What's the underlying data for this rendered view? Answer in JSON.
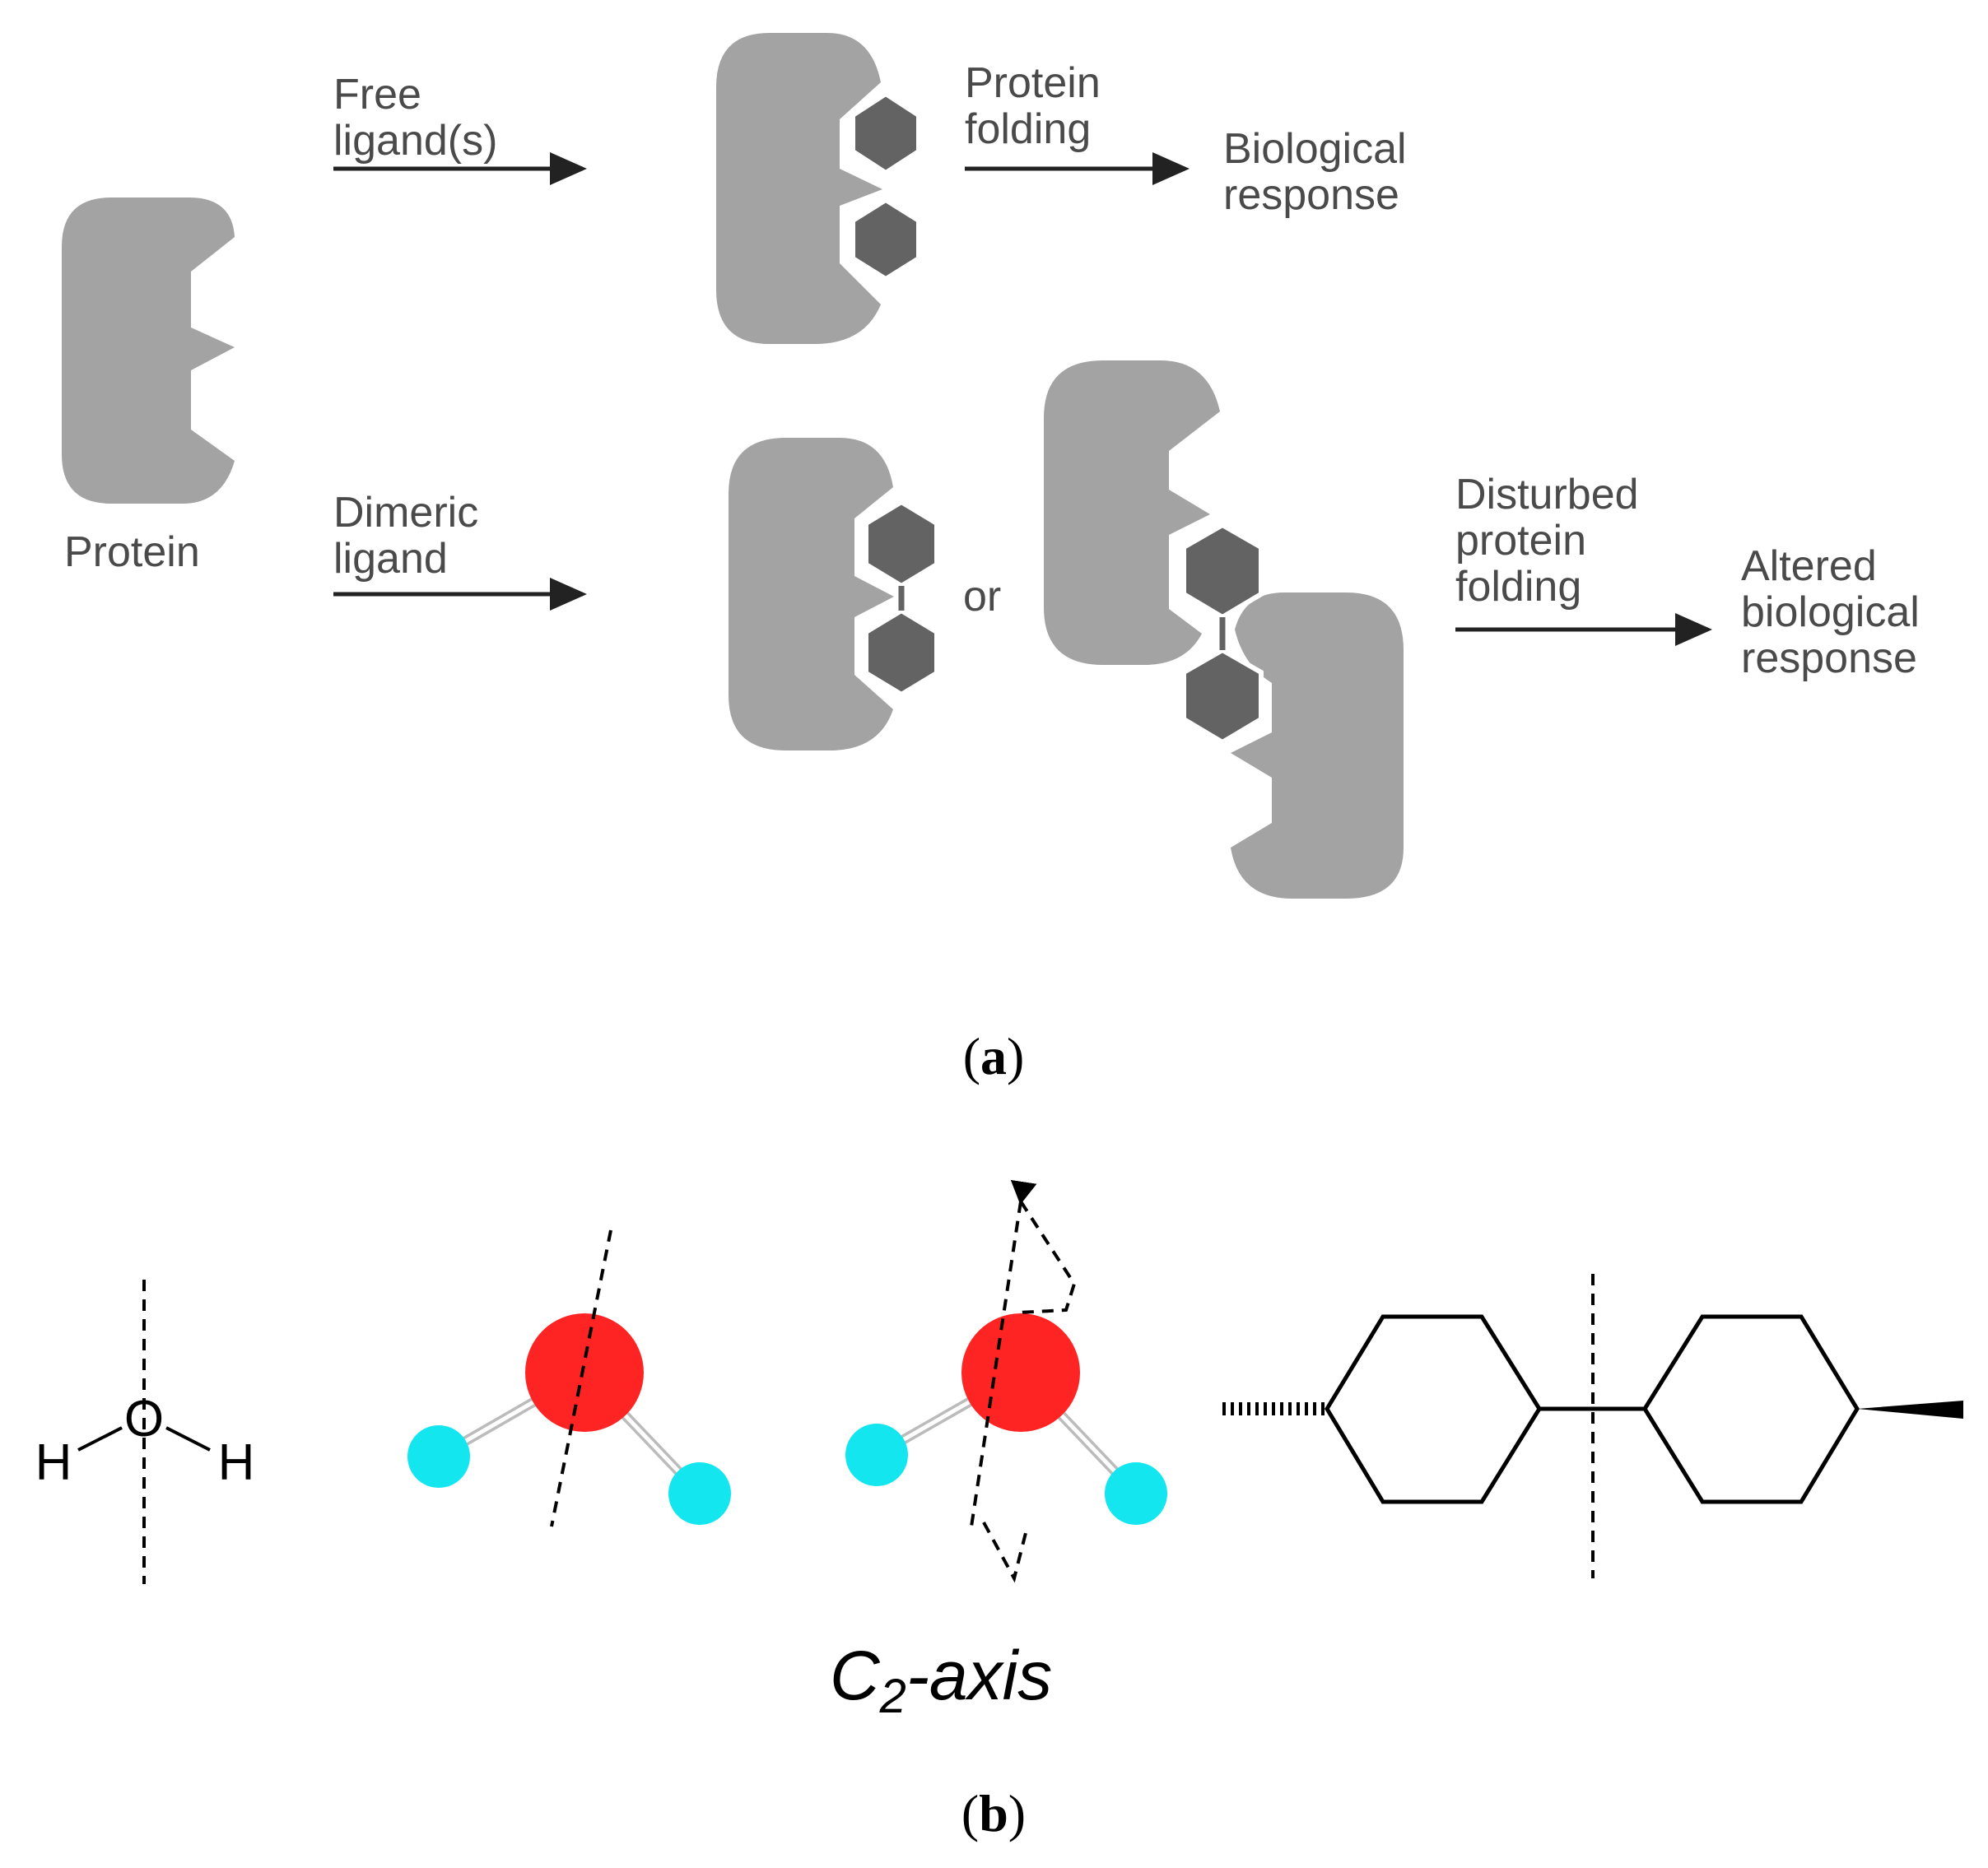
{
  "panel_a": {
    "protein_label": "Protein",
    "free_ligand_label": [
      "Free",
      "ligand(s)"
    ],
    "protein_folding_label": [
      "Protein",
      "folding"
    ],
    "biological_response_label": [
      "Biological",
      "response"
    ],
    "dimeric_ligand_label": [
      "Dimeric",
      "ligand"
    ],
    "or_label": "or",
    "disturbed_folding_label": [
      "Disturbed",
      "protein",
      "folding"
    ],
    "altered_response_label": [
      "Altered",
      "biological",
      "response"
    ],
    "caption_open": "(",
    "caption_letter": "a",
    "caption_close": ")"
  },
  "panel_b": {
    "atom_h_left": "H",
    "atom_o": "O",
    "atom_h_right": "H",
    "axis_label_c": "C",
    "axis_label_sub": "2",
    "axis_label_rest": "-axis",
    "caption_open": "(",
    "caption_letter": "b",
    "caption_close": ")"
  },
  "colors": {
    "protein": "#a3a3a3",
    "ligand": "#636363",
    "oxygen": "#ff2424",
    "hydrogen": "#14e6f0"
  }
}
